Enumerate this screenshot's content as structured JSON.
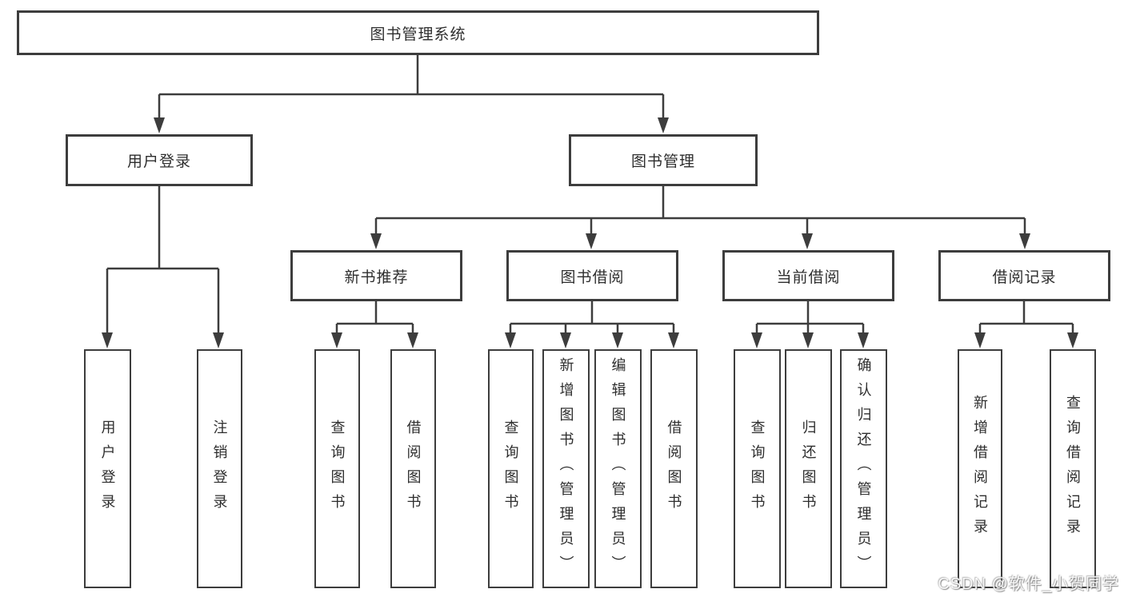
{
  "page": {
    "background_color": "#ffffff",
    "line_color": "#3d3d3d"
  },
  "tree": {
    "root": {
      "label": "图书管理系统"
    },
    "level2": [
      {
        "id": "user-login",
        "label": "用户登录"
      },
      {
        "id": "book-management",
        "label": "图书管理"
      }
    ],
    "level3": [
      {
        "id": "new-book-recommend",
        "parent": "图书管理",
        "label": "新书推荐"
      },
      {
        "id": "book-borrow",
        "parent": "图书管理",
        "label": "图书借阅"
      },
      {
        "id": "current-borrow",
        "parent": "图书管理",
        "label": "当前借阅"
      },
      {
        "id": "borrow-records",
        "parent": "图书管理",
        "label": "借阅记录"
      }
    ],
    "leaves": [
      {
        "parent": "用户登录",
        "label": "用户登录"
      },
      {
        "parent": "用户登录",
        "label": "注销登录"
      },
      {
        "parent": "新书推荐",
        "label": "查询图书"
      },
      {
        "parent": "新书推荐",
        "label": "借阅图书"
      },
      {
        "parent": "图书借阅",
        "label": "查询图书"
      },
      {
        "parent": "图书借阅",
        "label": "新增图书（管理员）"
      },
      {
        "parent": "图书借阅",
        "label": "编辑图书（管理员）"
      },
      {
        "parent": "图书借阅",
        "label": "借阅图书"
      },
      {
        "parent": "当前借阅",
        "label": "查询图书"
      },
      {
        "parent": "当前借阅",
        "label": "归还图书"
      },
      {
        "parent": "当前借阅",
        "label": "确认归还（管理员）"
      },
      {
        "parent": "借阅记录",
        "label": "新增借阅记录"
      },
      {
        "parent": "借阅记录",
        "label": "查询借阅记录"
      }
    ]
  },
  "watermark": {
    "text": "CSDN @软件_小贺同学"
  }
}
